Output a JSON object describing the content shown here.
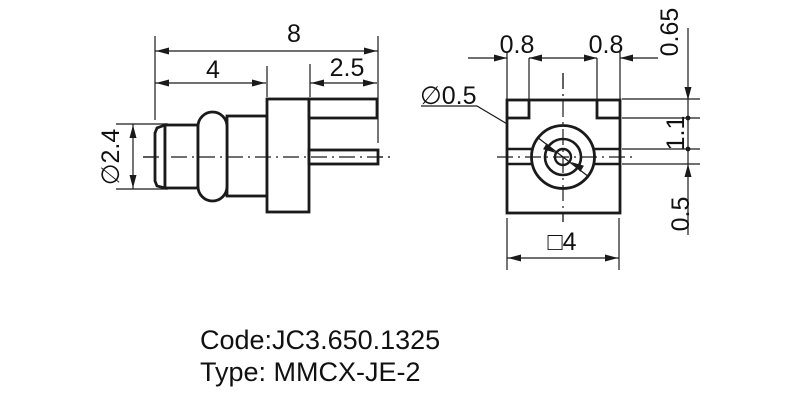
{
  "drawing": {
    "side_view": {
      "width_total": "8",
      "width_body": "4",
      "width_tab": "2.5",
      "diameter": "∅2.4"
    },
    "front_view": {
      "notch_left": "0.8",
      "notch_right": "0.8",
      "notch_depth": "0.65",
      "mid_height": "1.1",
      "slot_height": "0.5",
      "hole_diameter": "∅0.5",
      "body_side": "□4"
    },
    "footer": {
      "code": "Code:JC3.650.1325",
      "type": "Type: MMCX-JE-2"
    },
    "colors": {
      "line": "#1a1a1a",
      "background": "#ffffff"
    }
  }
}
